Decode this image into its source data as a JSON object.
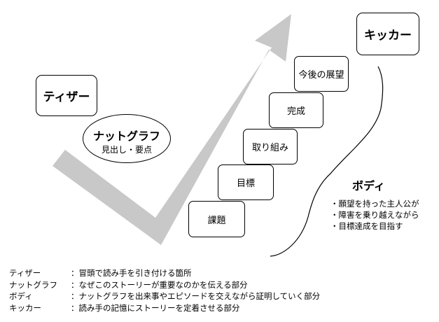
{
  "teaser": "ティザー",
  "kicker": "キッカー",
  "nutgraph": {
    "title": "ナットグラフ",
    "subtitle": "見出し・要点"
  },
  "steps": [
    "課題",
    "目標",
    "取り組み",
    "完成",
    "今後の展望"
  ],
  "body": {
    "title": "ボディ",
    "points": [
      "・願望を持った主人公が",
      "・障害を乗り越えながら",
      "・目標達成を目指す"
    ]
  },
  "legend": [
    {
      "term": "ティザー",
      "desc": "：冒頭で読み手を引き付ける箇所"
    },
    {
      "term": "ナットグラフ",
      "desc": "：なぜこのストーリーが重要なのかを伝える部分"
    },
    {
      "term": "ボディ",
      "desc": "：ナットグラフを出来事やエピソードを交えながら証明していく部分"
    },
    {
      "term": "キッカー",
      "desc": "：読み手の記憶にストーリーを定着させる部分"
    }
  ],
  "colors": {
    "arrow": "#c8c8c8",
    "stroke": "#000000",
    "background": "#ffffff"
  }
}
